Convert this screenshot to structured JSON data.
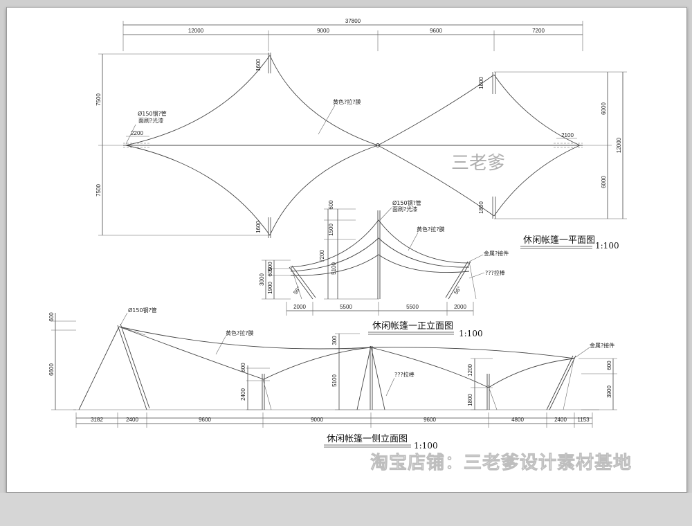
{
  "plan": {
    "total": "37800",
    "segments": [
      "12000",
      "9000",
      "9600",
      "7200"
    ],
    "left_upper": "7500",
    "left_lower": "7500",
    "right_upper": "6000",
    "right_lower": "6000",
    "right_total": "12000",
    "mast_top_left": "1600",
    "mast_bot_left": "1600",
    "mast_top_right": "1800",
    "mast_bot_right": "1800",
    "anchor_left": "2200",
    "anchor_right": "2100",
    "note_pipe_1": "Ø150钢?管",
    "note_pipe_2": "面刷?光漆",
    "note_membrane": "黄色?拉?膜",
    "title": "休闲帐篷一平面图",
    "scale": "1:100"
  },
  "front": {
    "h_top": "600",
    "h_1500": "1500",
    "h_7200": "7200",
    "h_5100": "5100",
    "h_3000": "3000",
    "h_500": "500",
    "h_600": "600",
    "h_1900": "1900",
    "angle_left": "56°",
    "angle_right": "56°",
    "base": [
      "2000",
      "5500",
      "5500",
      "2000"
    ],
    "note_pipe_1": "Ø150钢?管",
    "note_pipe_2": "面刷?光漆",
    "note_membrane": "黄色?拉?膜",
    "note_metal": "金属?接件",
    "note_rod": "???拉棒",
    "title": "休闲帐篷一正立面图",
    "scale": "1:100"
  },
  "side": {
    "h_600_top": "600",
    "h_6600": "6600",
    "h_600_mid": "600",
    "h_2400": "2400",
    "h_300": "300",
    "h_5100": "5100",
    "h_1200": "1200",
    "h_1800": "1800",
    "h_600_right": "600",
    "h_3900": "3900",
    "base": [
      "3182",
      "2400",
      "9600",
      "9000",
      "9600",
      "4800",
      "2400",
      "1153"
    ],
    "note_pipe": "Ø150钢?管",
    "note_membrane": "黄色?拉?膜",
    "note_rod": "???拉棒",
    "note_metal": "金属?接件",
    "title": "休闲帐篷一侧立面图",
    "scale": "1:100"
  },
  "watermark": {
    "center": "三老爹",
    "shop": "淘宝店铺：三老爹设计素材基地"
  }
}
